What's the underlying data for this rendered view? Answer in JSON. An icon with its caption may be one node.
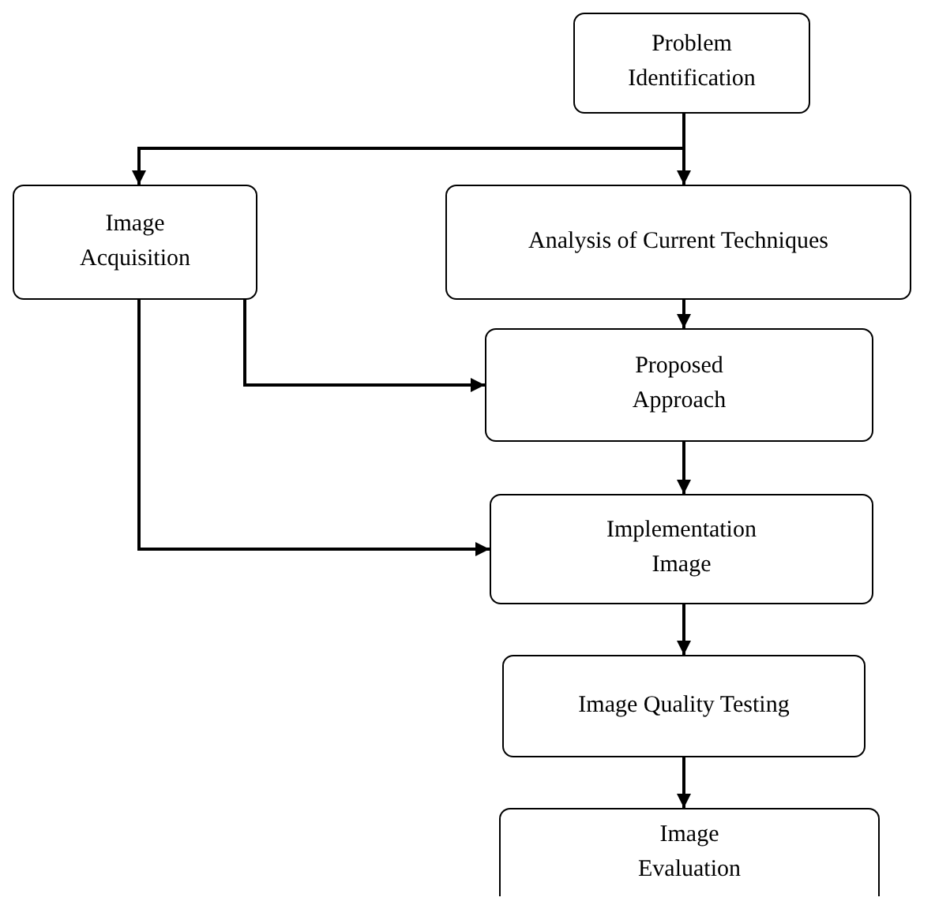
{
  "diagram": {
    "nodes": [
      {
        "text": [
          "Problem Identification"
        ]
      },
      {
        "text": [
          "Image Acquisition"
        ]
      },
      {
        "text": [
          "Analysis of Current Techniques"
        ]
      },
      {
        "text": [
          "Proposed Approach"
        ]
      },
      {
        "text": [
          "Implementation Image"
        ]
      },
      {
        "text": [
          "Image Quality Testing"
        ]
      },
      {
        "text": [
          "Image Evaluation"
        ]
      }
    ],
    "edges": [
      {
        "from": 0,
        "to": 1,
        "arrow": "to"
      },
      {
        "from": 0,
        "to": 2,
        "arrow": "to"
      },
      {
        "from": 2,
        "to": 3,
        "arrow": "to"
      },
      {
        "from": 1,
        "to": 3,
        "arrow": "to"
      },
      {
        "from": 1,
        "to": 4,
        "arrow": "to"
      },
      {
        "from": 3,
        "to": 4,
        "arrow": "to"
      },
      {
        "from": 4,
        "to": 5,
        "arrow": "to"
      },
      {
        "from": 5,
        "to": 6,
        "arrow": "to"
      }
    ]
  }
}
